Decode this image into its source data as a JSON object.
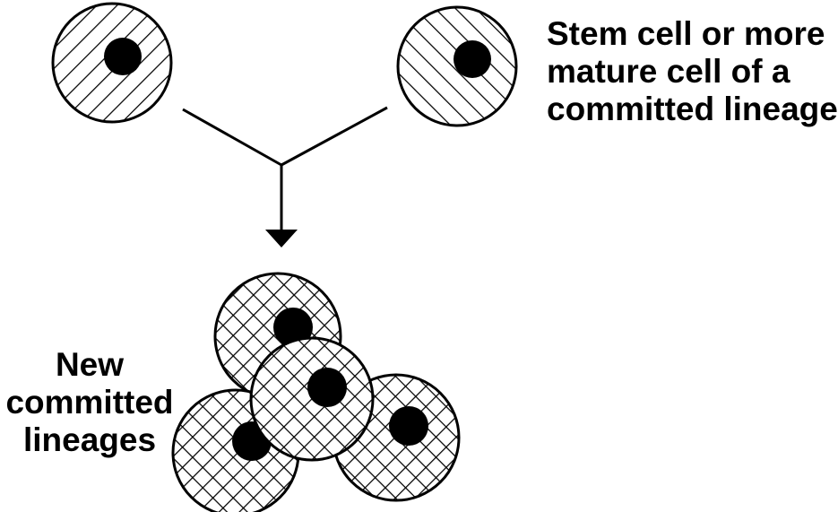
{
  "labels": {
    "top": [
      "Stem cell or more",
      "mature cell of a",
      "committed lineage"
    ],
    "bottom": [
      "New",
      "committed",
      "lineages"
    ]
  },
  "colors": {
    "ink": "#000000",
    "background": "#ffffff"
  }
}
